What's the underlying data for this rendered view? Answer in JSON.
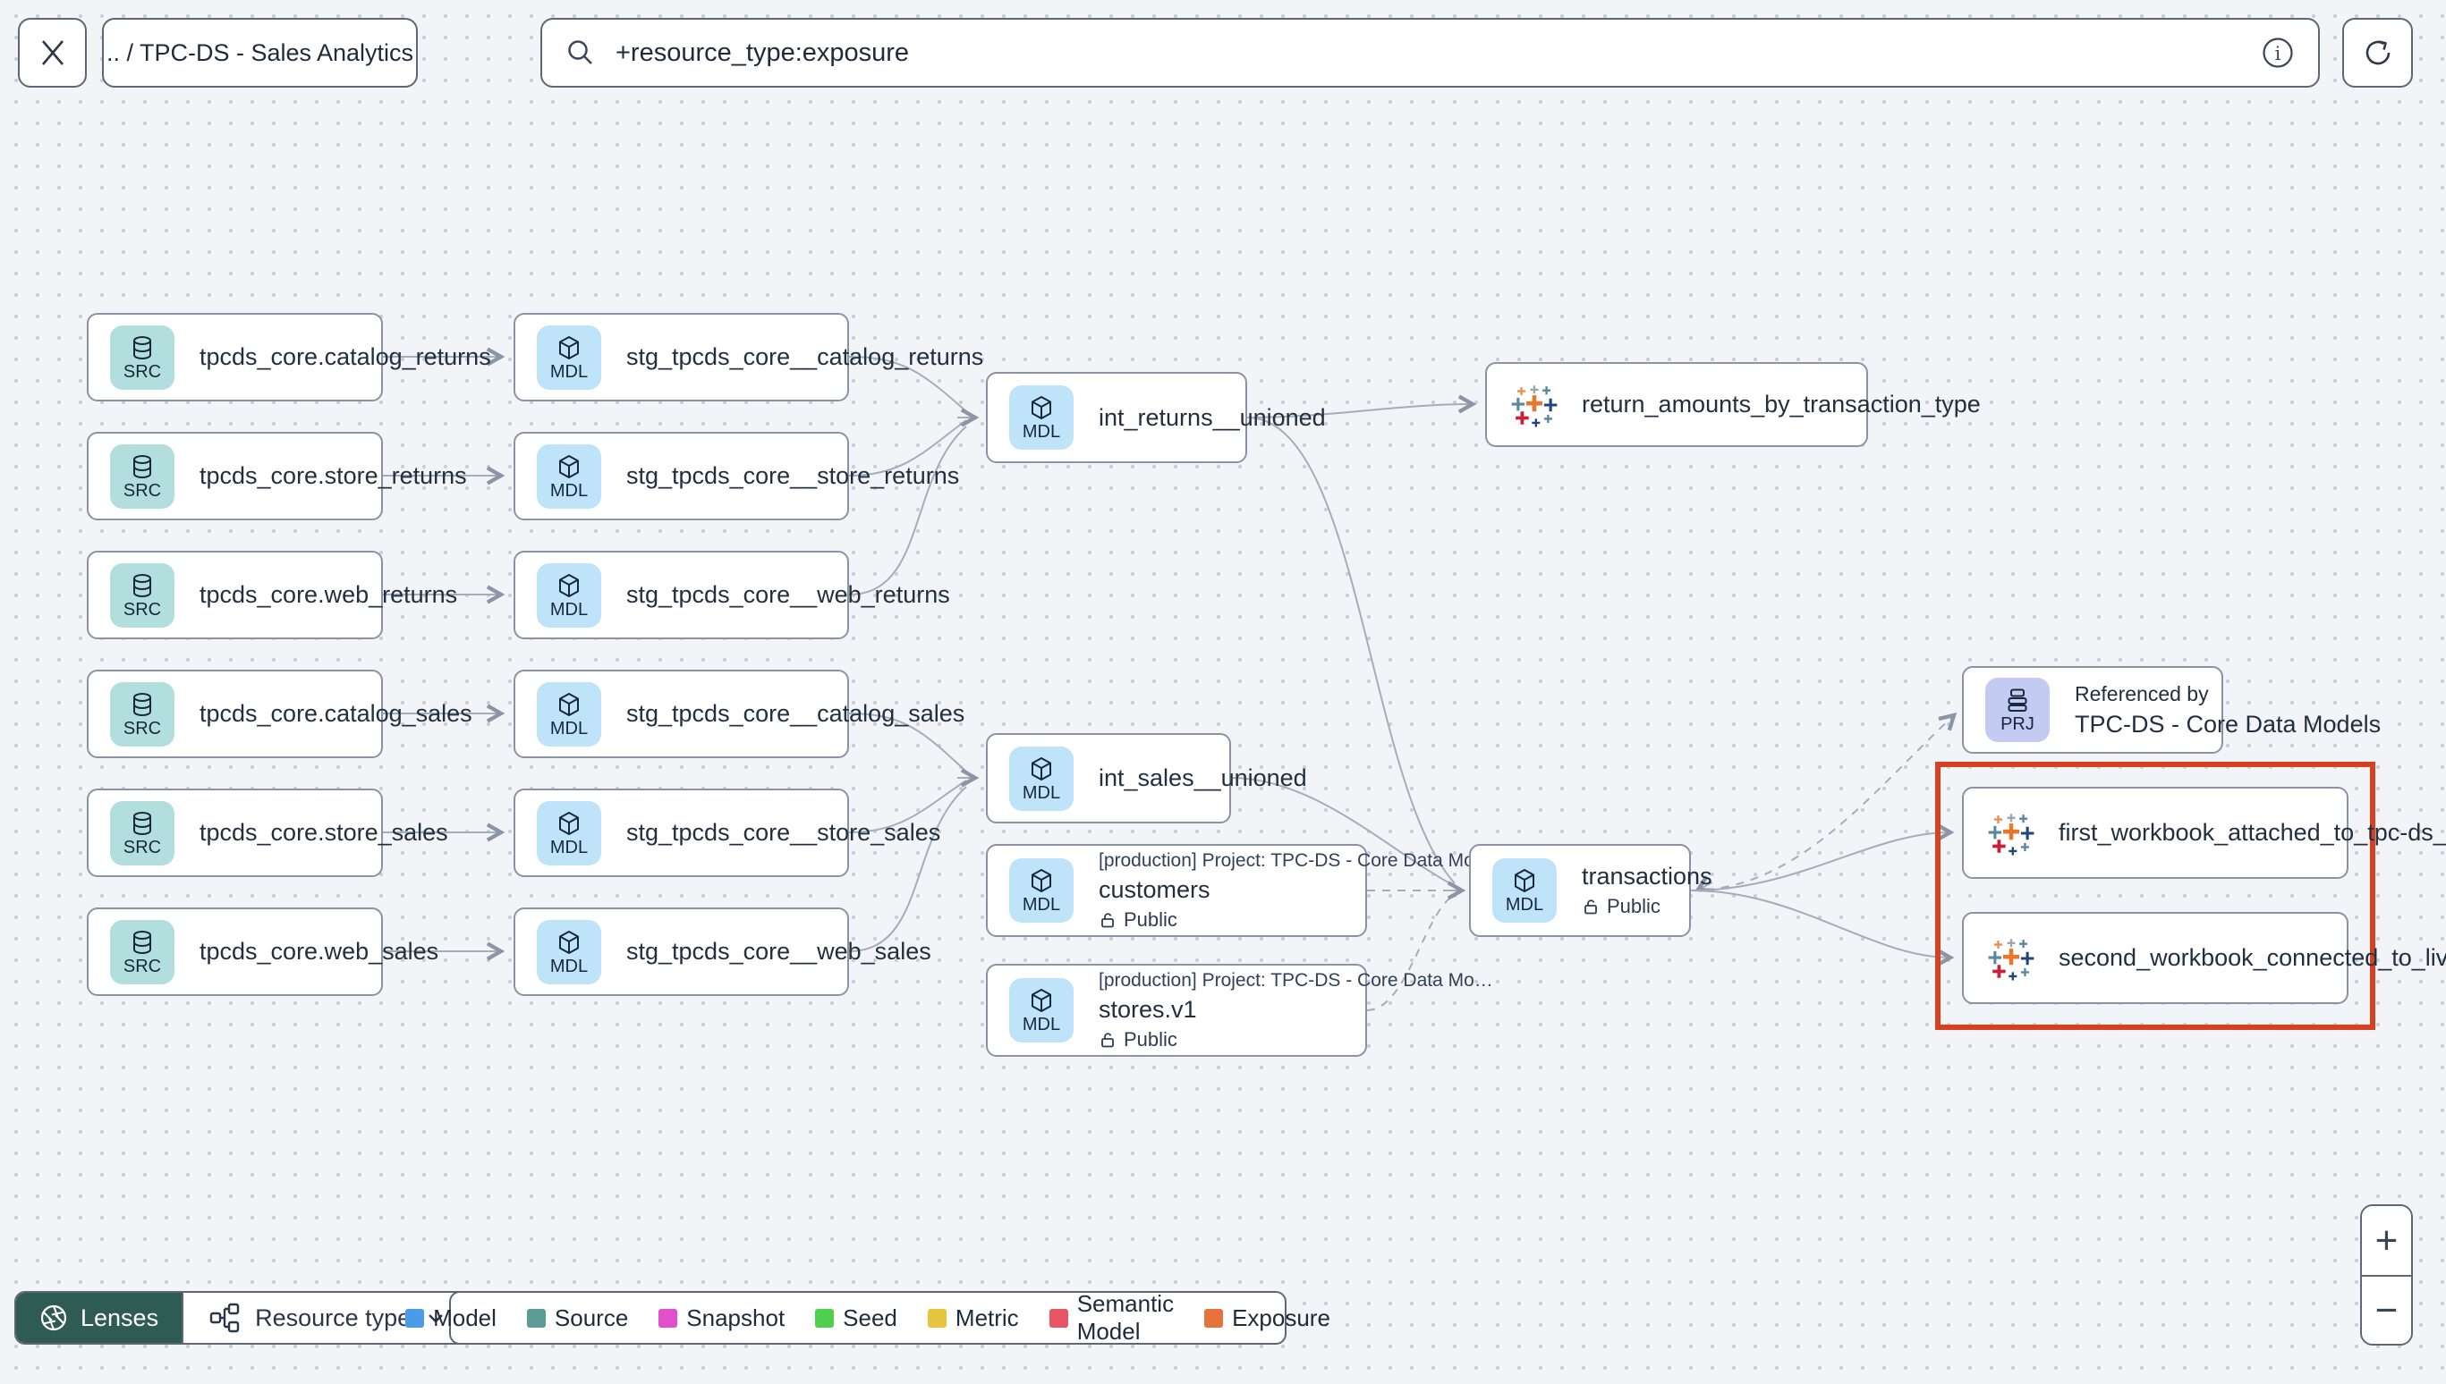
{
  "topbar": {
    "breadcrumb": ".. / TPC-DS - Sales Analytics",
    "search_value": "+resource_type:exposure"
  },
  "badges": {
    "src": "SRC",
    "mdl": "MDL",
    "prj": "PRJ"
  },
  "nodes": {
    "src_catalog_returns": {
      "badge": "SRC",
      "title": "tpcds_core.catalog_returns"
    },
    "src_store_returns": {
      "badge": "SRC",
      "title": "tpcds_core.store_returns"
    },
    "src_web_returns": {
      "badge": "SRC",
      "title": "tpcds_core.web_returns"
    },
    "src_catalog_sales": {
      "badge": "SRC",
      "title": "tpcds_core.catalog_sales"
    },
    "src_store_sales": {
      "badge": "SRC",
      "title": "tpcds_core.store_sales"
    },
    "src_web_sales": {
      "badge": "SRC",
      "title": "tpcds_core.web_sales"
    },
    "stg_catalog_returns": {
      "badge": "MDL",
      "title": "stg_tpcds_core__catalog_returns"
    },
    "stg_store_returns": {
      "badge": "MDL",
      "title": "stg_tpcds_core__store_returns"
    },
    "stg_web_returns": {
      "badge": "MDL",
      "title": "stg_tpcds_core__web_returns"
    },
    "stg_catalog_sales": {
      "badge": "MDL",
      "title": "stg_tpcds_core__catalog_sales"
    },
    "stg_store_sales": {
      "badge": "MDL",
      "title": "stg_tpcds_core__store_sales"
    },
    "stg_web_sales": {
      "badge": "MDL",
      "title": "stg_tpcds_core__web_sales"
    },
    "int_returns": {
      "badge": "MDL",
      "title": "int_returns__unioned"
    },
    "int_sales": {
      "badge": "MDL",
      "title": "int_sales__unioned"
    },
    "customers": {
      "badge": "MDL",
      "subtitle": "[production] Project: TPC-DS - Core Data Mo…",
      "title": "customers",
      "access": "Public"
    },
    "stores": {
      "badge": "MDL",
      "subtitle": "[production] Project: TPC-DS - Core Data Mo…",
      "title": "stores.v1",
      "access": "Public"
    },
    "transactions": {
      "badge": "MDL",
      "title": "transactions",
      "access": "Public"
    },
    "project_ref": {
      "badge": "PRJ",
      "line1": "Referenced by",
      "line2": "TPC-DS - Core Data Models"
    },
    "exposure_return_amounts": {
      "title": "return_amounts_by_transaction_type"
    },
    "workbook_first": {
      "title": "first_workbook_attached_to_tpc-ds_-_…"
    },
    "workbook_second": {
      "title": "second_workbook_connected_to_live…"
    }
  },
  "legend": {
    "items": [
      {
        "label": "Model",
        "color": "#4a9be8"
      },
      {
        "label": "Source",
        "color": "#5c9b96"
      },
      {
        "label": "Snapshot",
        "color": "#e14fca"
      },
      {
        "label": "Seed",
        "color": "#4ed04e"
      },
      {
        "label": "Metric",
        "color": "#e7c53e"
      },
      {
        "label": "Semantic Model",
        "color": "#e75566"
      },
      {
        "label": "Exposure",
        "color": "#e5733b"
      }
    ]
  },
  "toolbar": {
    "lenses_label": "Lenses",
    "resource_type_label": "Resource type"
  },
  "zoom": {
    "in_label": "+",
    "out_label": "−"
  },
  "colors": {
    "highlight_red": "#d8411f",
    "src_badge": "#b2dedd",
    "mdl_badge": "#bfe3f9",
    "prj_badge": "#c4cbf3",
    "lenses_green": "#2e5c52",
    "edge_gray": "#9aa2b0"
  }
}
